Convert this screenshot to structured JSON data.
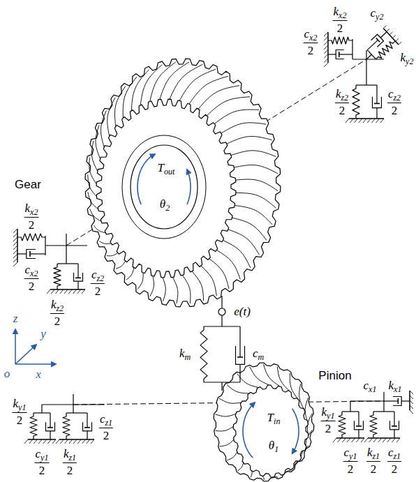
{
  "diagram": {
    "labels": [
      "k",
      "x2",
      "2",
      "c",
      "y2",
      "k",
      "y2",
      "c",
      "x2",
      "2",
      "k",
      "z2",
      "2",
      "c",
      "z2",
      "2",
      "k",
      "x2",
      "2",
      "c",
      "x2",
      "2",
      "k",
      "z2",
      "2",
      "c",
      "z2",
      "2",
      "z",
      "y",
      "o",
      "x",
      "k",
      "y1",
      "2",
      "c",
      "y1",
      "2",
      "k",
      "z1",
      "2",
      "c",
      "z1",
      "2",
      "Gear",
      "T",
      "out",
      "θ",
      "2",
      "e(t)",
      "k",
      "m",
      "c",
      "m",
      "Pinion",
      "T",
      "in",
      "θ",
      "1",
      "k",
      "y1",
      "2",
      "c",
      "x1",
      "k",
      "x1",
      "c",
      "y1",
      "2",
      "k",
      "z1",
      "2",
      "c",
      "z1",
      "2"
    ]
  }
}
